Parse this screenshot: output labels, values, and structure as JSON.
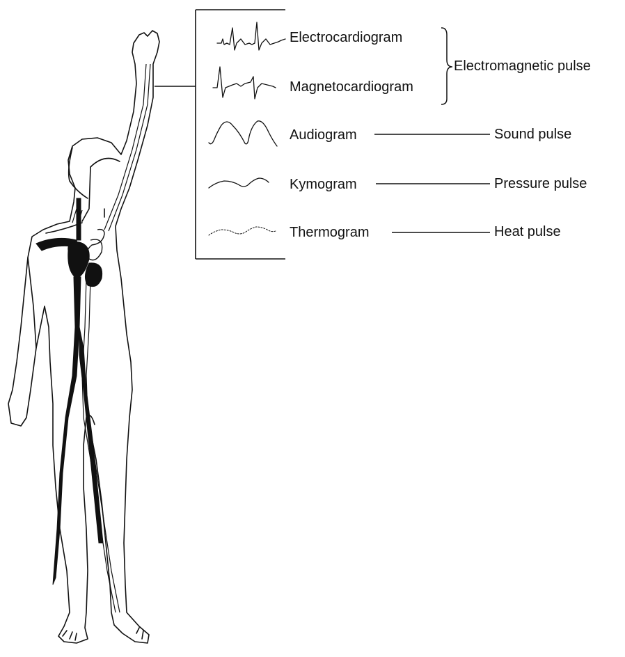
{
  "recordings": [
    {
      "name": "Electrocardiogram",
      "waveform": "ecg-trace"
    },
    {
      "name": "Magnetocardiogram",
      "waveform": "mcg-trace"
    },
    {
      "name": "Audiogram",
      "waveform": "audio-trace"
    },
    {
      "name": "Kymogram",
      "waveform": "kymo-trace"
    },
    {
      "name": "Thermogram",
      "waveform": "thermo-trace"
    }
  ],
  "pulses": {
    "electromagnetic": "Electromagnetic pulse",
    "sound": "Sound pulse",
    "pressure": "Pressure pulse",
    "heat": "Heat pulse"
  },
  "colors": {
    "ink": "#111111",
    "background": "#ffffff"
  }
}
